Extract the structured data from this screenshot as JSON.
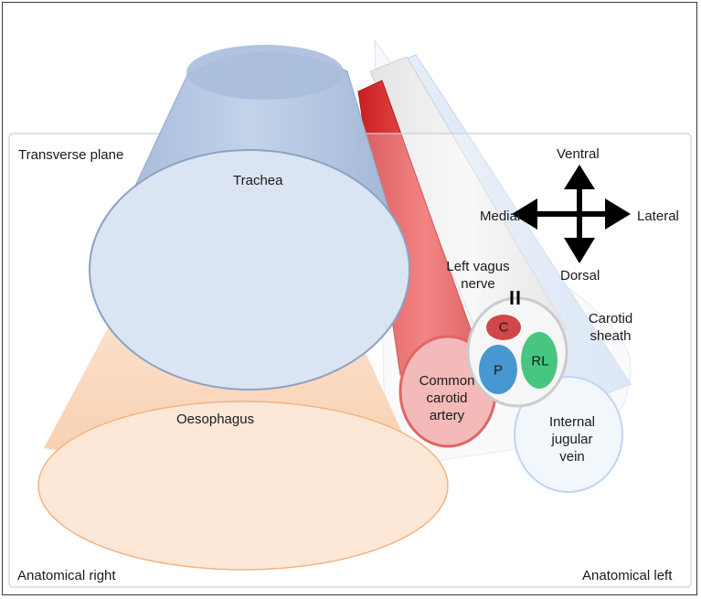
{
  "plane": {
    "title": "Transverse plane",
    "corner_right": "Anatomical right",
    "corner_left": "Anatomical left"
  },
  "structures": {
    "trachea": "Trachea",
    "oesophagus": "Oesophagus",
    "carotid_artery": [
      "Common",
      "carotid",
      "artery"
    ],
    "jugular_vein": [
      "Internal",
      "jugular",
      "vein"
    ],
    "carotid_sheath": [
      "Carotid",
      "sheath"
    ],
    "vagus_nerve": [
      "Left vagus",
      "nerve"
    ]
  },
  "directions": {
    "ventral": "Ventral",
    "dorsal": "Dorsal",
    "medial": "Medial",
    "lateral": "Lateral"
  },
  "nerve_cross_section": {
    "marker": "II",
    "fascicles": [
      {
        "label": "C",
        "color": "#c00000"
      },
      {
        "label": "P",
        "color": "#0070c0"
      },
      {
        "label": "RL",
        "color": "#00b050"
      }
    ]
  },
  "colors": {
    "trachea": "#b4c6e7",
    "oesophagus": "#f8cbad",
    "carotid_artery": "#e03c3c",
    "jugular_vein": "#dde9f8",
    "vagus_nerve": "#eeeeee"
  }
}
